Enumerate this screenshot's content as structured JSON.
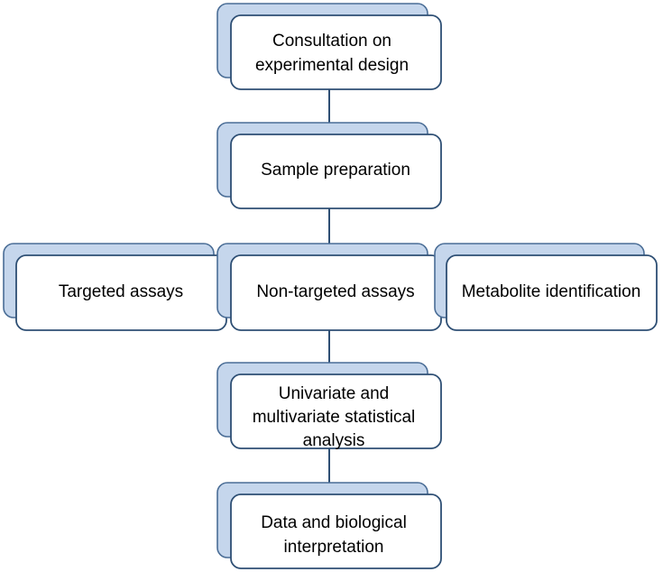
{
  "colors": {
    "connector": "#2e4f74",
    "shadow_fill": "#c5d6ec",
    "shadow_stroke": "#4a6d96",
    "box_fill": "#ffffff",
    "box_stroke": "#2e4f74"
  },
  "steps": {
    "consultation": [
      "Consultation on",
      "experimental design"
    ],
    "sample_prep": [
      "Sample preparation"
    ],
    "targeted": [
      "Targeted assays"
    ],
    "nontargeted": [
      "Non-targeted assays"
    ],
    "metabolite": [
      "Metabolite identification"
    ],
    "statistics": [
      "Univariate and",
      "multivariate statistical",
      "analysis"
    ],
    "interpretation": [
      "Data and biological",
      "interpretation"
    ]
  }
}
